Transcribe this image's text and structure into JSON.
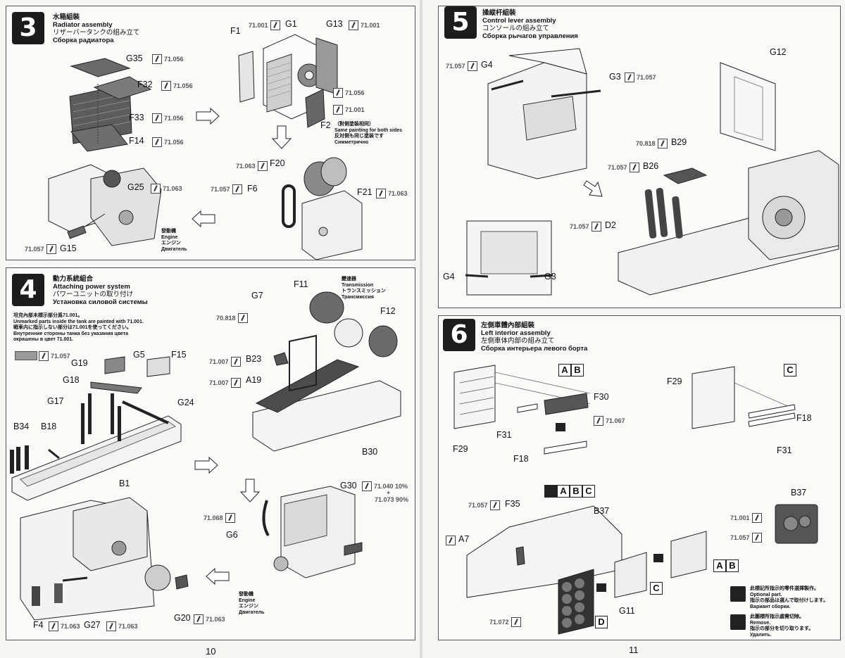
{
  "pages": {
    "left_number": "10",
    "right_number": "11"
  },
  "step3": {
    "number": "3",
    "title_cn": "水箱組裝",
    "title_en": "Radiator assembly",
    "title_jp": "リザーバータンクの組み立て",
    "title_ru": "Сборка радиатора",
    "parts": [
      "G35",
      "F32",
      "F33",
      "F14",
      "F1",
      "G1",
      "G13",
      "F2",
      "F20",
      "F6",
      "F21",
      "G25",
      "G15"
    ],
    "paints": [
      "71.056",
      "71.056",
      "71.056",
      "71.056",
      "71.001",
      "71.001",
      "71.056",
      "71.001",
      "71.063",
      "71.057",
      "71.063",
      "71.063",
      "71.057"
    ],
    "f2_note": [
      "（對側塗裝相同）",
      "Same painting for both sides",
      "反対側も同じ塗装です",
      "Симметрично"
    ],
    "engine_label": [
      "發動機",
      "Engine",
      "エンジン",
      "Двигатель"
    ]
  },
  "step4": {
    "number": "4",
    "title_cn": "動力系統組合",
    "title_en": "Attaching power system",
    "title_jp": "パワーユニットの取り付け",
    "title_ru": "Установка силовой системы",
    "unmarked_note": [
      "坦克內部未標示部分爲71.001。",
      "Unmarked parts inside the tank are painted with 71.001.",
      "戦車内に指示しない部分は71.001を使ってください。",
      "Внутренние стороны танка без указания цвета",
      "окрашены в цвет 71.001."
    ],
    "swatch_paint": "71.057",
    "parts": [
      "G5",
      "F15",
      "G19",
      "G18",
      "G17",
      "G24",
      "B34",
      "B18",
      "B1",
      "F11",
      "G7",
      "F12",
      "B23",
      "A19",
      "B30",
      "G30",
      "G6",
      "F4",
      "G27",
      "G20"
    ],
    "transmission_label": [
      "變速器",
      "Transmission",
      "トランスミッション",
      "Трансмиссия"
    ],
    "engine_label": [
      "發動機",
      "Engine",
      "エンジン",
      "Двигатель"
    ],
    "paints": {
      "g7": "70.818",
      "b23": "71.007",
      "a19": "71.007",
      "g30_a": "71.040 10%",
      "g30_plus": "+",
      "g30_b": "71.073 90%",
      "g6": "71.068",
      "f4": "71.063",
      "g27": "71.063",
      "g20": "71.063"
    }
  },
  "step5": {
    "number": "5",
    "title_cn": "操縦杆組裝",
    "title_en": "Control lever assembly",
    "title_jp": "コンソールの組み立て",
    "title_ru": "Сборка рычагов управления",
    "parts": [
      "G4",
      "G3",
      "G12",
      "B29",
      "B26",
      "D2",
      "G4",
      "G3"
    ],
    "paints": {
      "g4": "71.057",
      "g3": "71.057",
      "b29": "70.818",
      "b26": "71.057",
      "d2": "71.057"
    }
  },
  "step6": {
    "number": "6",
    "title_cn": "左側車體內部組裝",
    "title_en": "Left interior assembly",
    "title_jp": "左側車体内部の組み立て",
    "title_ru": "Сборка интерьера левого борта",
    "variants_ab": [
      "A",
      "B"
    ],
    "variant_c": "C",
    "variants_abc": [
      "A",
      "B",
      "C"
    ],
    "variant_d": "D",
    "parts": [
      "F30",
      "F31",
      "F29",
      "F18",
      "F29",
      "F18",
      "F31",
      "F35",
      "B37",
      "A7",
      "G11",
      "B37"
    ],
    "paints": {
      "f30": "71.067",
      "f35": "71.057",
      "b37_a": "71.001",
      "b37_b": "71.057",
      "g11": "71.072"
    },
    "legend_optional": [
      "此標記所指示的零件選擇製作。",
      "Optional part.",
      "指示の部品は選んで取付けします。",
      "Вариант сборки."
    ],
    "legend_remove": [
      "此圖標所指示處需切除。",
      "Remove.",
      "指示の部分を切り取ります。",
      "Удалить."
    ]
  }
}
